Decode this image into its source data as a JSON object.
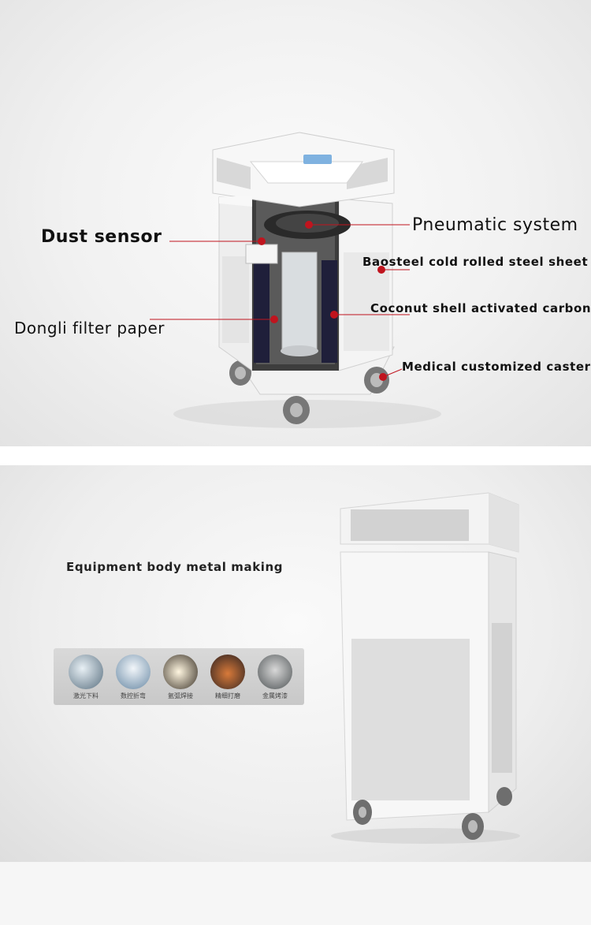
{
  "cutaway": {
    "labels": {
      "pneumatic": "Pneumatic system",
      "dust_sensor": "Dust sensor",
      "baosteel": "Baosteel cold rolled steel sheet",
      "dongli": "Dongli filter paper",
      "coconut": "Coconut shell activated carbon",
      "caster": "Medical customized caster"
    },
    "accent_color": "#c0141e"
  },
  "exterior": {
    "heading": "Equipment body metal making",
    "processes": [
      {
        "caption": "激光下料",
        "icon": "laser-cutting-photo"
      },
      {
        "caption": "数控折弯",
        "icon": "cnc-bending-photo"
      },
      {
        "caption": "氩弧焊接",
        "icon": "argon-welding-photo"
      },
      {
        "caption": "精细打磨",
        "icon": "fine-grinding-photo"
      },
      {
        "caption": "金属烤漆",
        "icon": "metal-painting-photo"
      }
    ]
  }
}
